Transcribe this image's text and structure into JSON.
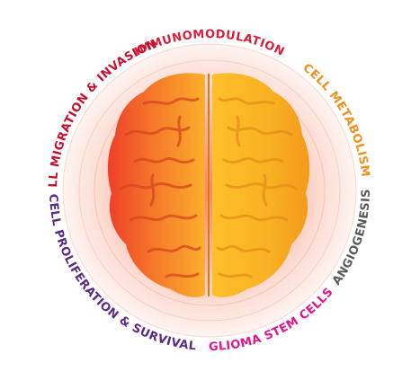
{
  "diagram": {
    "center_image": "brain-icon",
    "labels": [
      {
        "id": "immunomodulation",
        "text": "IMMUNOMODULATION",
        "color": "#d81f3c"
      },
      {
        "id": "cell-metabolism",
        "text": "CELL METABOLISM",
        "color": "#f0901e"
      },
      {
        "id": "angiogenesis",
        "text": "ANGIOGENESIS",
        "color": "#5a5a5a"
      },
      {
        "id": "glioma-stem-cells",
        "text": "GLIOMA STEM CELLS",
        "color": "#e0168c"
      },
      {
        "id": "cell-proliferation-survival",
        "text": "CELL PROLIFERATION & SURVIVAL",
        "color": "#5b2a86"
      },
      {
        "id": "cell-migration-invasion",
        "text": "CELL MIGRATION & INVASION",
        "color": "#c8102e"
      }
    ],
    "colors": {
      "ring_outer": "#fde3e3",
      "ring_inner": "#f7a98f",
      "brain_left": "#f04a2a",
      "brain_center": "#fbb12e",
      "brain_right": "#f5c71a"
    }
  }
}
